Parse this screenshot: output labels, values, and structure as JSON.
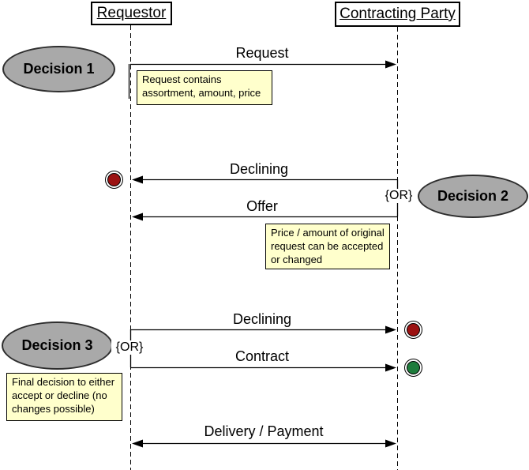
{
  "actors": [
    {
      "label": "Requestor"
    },
    {
      "label": "Contracting Party"
    }
  ],
  "messages": [
    {
      "label": "Request",
      "from": "Requestor",
      "to": "Contracting Party"
    },
    {
      "label": "Declining",
      "from": "Contracting Party",
      "to": "Requestor",
      "outcome": "red-stop"
    },
    {
      "label": "Offer",
      "from": "Contracting Party",
      "to": "Requestor"
    },
    {
      "label": "Declining",
      "from": "Requestor",
      "to": "Contracting Party",
      "outcome": "red-stop"
    },
    {
      "label": "Contract",
      "from": "Requestor",
      "to": "Contracting Party",
      "outcome": "green-stop"
    },
    {
      "label": "Delivery / Payment",
      "direction": "bidirectional"
    }
  ],
  "decisions": [
    {
      "label": "Decision 1"
    },
    {
      "label": "Decision 2"
    },
    {
      "label": "Decision 3"
    }
  ],
  "or_labels": [
    {
      "text": "{OR}",
      "at": "Contracting Party"
    },
    {
      "text": "{OR}",
      "at": "Requestor"
    }
  ],
  "notes": [
    {
      "text": "Request contains\nassortment, amount, price"
    },
    {
      "text": "Price / amount of original\nrequest can be accepted\nor changed"
    },
    {
      "text": "Final decision to either\naccept or decline (no\nchanges possible)"
    }
  ],
  "colors": {
    "decision_fill": "#A9A9A9",
    "note_fill": "#FFFFCC",
    "stop_red": "#9B1111",
    "stop_green": "#1E7C3C",
    "line": "#000000"
  }
}
